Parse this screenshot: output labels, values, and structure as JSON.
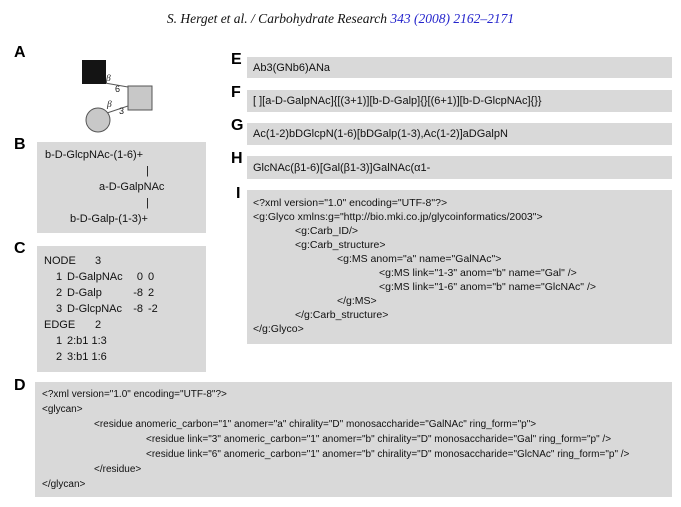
{
  "colors": {
    "panel_bg": "#d9d9d9",
    "citation_blue": "#2424cc",
    "shape_gray": "#c8c8c8",
    "shape_stroke": "#555555",
    "shape_black": "#141414"
  },
  "header": {
    "authors": "S. Herget et al. / Carbohydrate Research ",
    "citation": "343 (2008) 2162–2171"
  },
  "panels": {
    "a": {
      "label": "A",
      "diagram": {
        "top_anomer": "β",
        "top_position": "6",
        "bottom_anomer": "β",
        "bottom_position": "3",
        "shapes": [
          "filled-square",
          "gray-square",
          "gray-circle"
        ]
      }
    },
    "b": {
      "label": "B",
      "format_lines": [
        "b-D-GlcpNAc-(1-6)+",
        "|",
        "a-D-GalpNAc",
        "|",
        "b-D-Galp-(1-3)+"
      ]
    },
    "c": {
      "label": "C",
      "node_keyword": "NODE",
      "node_count": "3",
      "nodes": [
        {
          "id": "1",
          "name": "D-GalpNAc",
          "x": "0",
          "y": "0"
        },
        {
          "id": "2",
          "name": "D-Galp",
          "x": "-8",
          "y": "2"
        },
        {
          "id": "3",
          "name": "D-GlcpNAc",
          "x": "-8",
          "y": "-2"
        }
      ],
      "edge_keyword": "EDGE",
      "edge_count": "2",
      "edges": [
        {
          "id": "1",
          "definition": "2:b1 1:3"
        },
        {
          "id": "2",
          "definition": "3:b1 1:6"
        }
      ]
    },
    "d": {
      "label": "D",
      "code_lines": [
        "<?xml version=\"1.0\" encoding=\"UTF-8\"?>",
        "<glycan>",
        "\t<residue anomeric_carbon=\"1\" anomer=\"a\" chirality=\"D\" monosaccharide=\"GalNAc\" ring_form=\"p\">",
        "\t\t<residue link=\"3\" anomeric_carbon=\"1\" anomer=\"b\" chirality=\"D\" monosaccharide=\"Gal\" ring_form=\"p\" />",
        "\t\t<residue link=\"6\" anomeric_carbon=\"1\" anomer=\"b\" chirality=\"D\" monosaccharide=\"GlcNAc\" ring_form=\"p\" />",
        "\t</residue>",
        "</glycan>"
      ]
    },
    "e": {
      "label": "E",
      "text": "Ab3(GNb6)ANa"
    },
    "f": {
      "label": "F",
      "text": "[ ][a-D-GalpNAc]{[(3+1)][b-D-Galp]{}[(6+1)][b-D-GlcpNAc]{}}"
    },
    "g": {
      "label": "G",
      "text": "Ac(1-2)bDGlcpN(1-6)[bDGalp(1-3),Ac(1-2)]aDGalpN"
    },
    "h": {
      "label": "H",
      "text": "GlcNAc(β1-6)[Gal(β1-3)]GalNAc(α1-"
    },
    "i": {
      "label": "I",
      "code_lines": [
        "<?xml version=\"1.0\" encoding=\"UTF-8\"?>",
        "<g:Glyco xmlns:g=\"http://bio.mki.co.jp/glycoinformatics/2003\">",
        "\t<g:Carb_ID/>",
        "\t<g:Carb_structure>",
        "\t\t<g:MS anom=\"a\" name=\"GalNAc\">",
        "\t\t\t<g:MS link=\"1-3\" anom=\"b\" name=\"Gal\" />",
        "\t\t\t<g:MS link=\"1-6\" anom=\"b\" name=\"GlcNAc\" />",
        "\t\t</g:MS>",
        "\t</g:Carb_structure>",
        "</g:Glyco>"
      ]
    }
  }
}
